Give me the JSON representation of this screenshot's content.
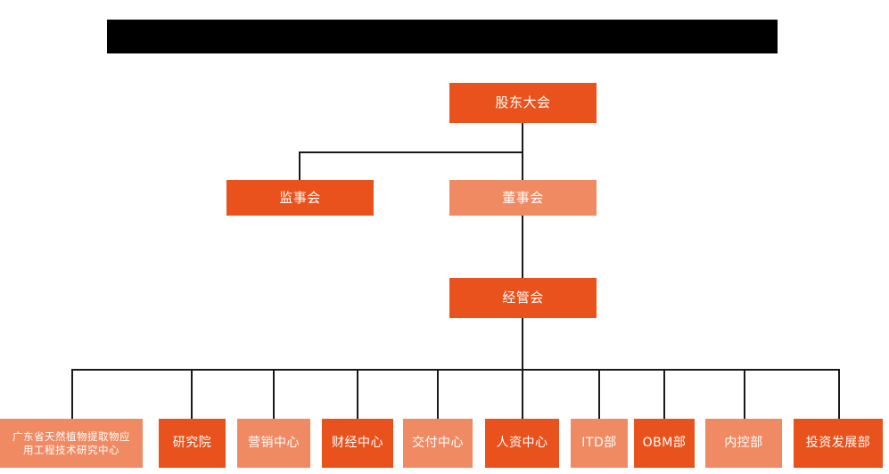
{
  "chart_title_redacted": true,
  "colors": {
    "dark_orange": "#E9521C",
    "light_orange": "#F08A63",
    "connector": "#1a1a1a",
    "background": "#FFFFFF",
    "redaction": "#000000",
    "text": "#FFFFFF"
  },
  "nodes": {
    "shareholders_meeting": "股东大会",
    "board_of_supervisors": "监事会",
    "board_of_directors": "董事会",
    "management_committee": "经管会",
    "departments": [
      {
        "label": "广东省天然植物提取物应\n用工程技术研究中心",
        "shade": "light"
      },
      {
        "label": "研究院",
        "shade": "dark"
      },
      {
        "label": "营销中心",
        "shade": "light"
      },
      {
        "label": "财经中心",
        "shade": "dark"
      },
      {
        "label": "交付中心",
        "shade": "light"
      },
      {
        "label": "人资中心",
        "shade": "dark"
      },
      {
        "label": "ITD部",
        "shade": "light"
      },
      {
        "label": "OBM部",
        "shade": "dark"
      },
      {
        "label": "内控部",
        "shade": "light"
      },
      {
        "label": "投资发展部",
        "shade": "dark"
      }
    ]
  },
  "chart_data": {
    "type": "diagram",
    "subtype": "organizational-chart",
    "title": "",
    "levels": [
      {
        "level": 1,
        "items": [
          "股东大会"
        ]
      },
      {
        "level": 2,
        "items": [
          "监事会",
          "董事会"
        ]
      },
      {
        "level": 3,
        "items": [
          "经管会"
        ]
      },
      {
        "level": 4,
        "items": [
          "广东省天然植物提取物应用工程技术研究中心",
          "研究院",
          "营销中心",
          "财经中心",
          "交付中心",
          "人资中心",
          "ITD部",
          "OBM部",
          "内控部",
          "投资发展部"
        ]
      }
    ],
    "edges": [
      {
        "from": "股东大会",
        "to": "监事会"
      },
      {
        "from": "股东大会",
        "to": "董事会"
      },
      {
        "from": "董事会",
        "to": "经管会"
      },
      {
        "from": "经管会",
        "to": "广东省天然植物提取物应用工程技术研究中心"
      },
      {
        "from": "经管会",
        "to": "研究院"
      },
      {
        "from": "经管会",
        "to": "营销中心"
      },
      {
        "from": "经管会",
        "to": "财经中心"
      },
      {
        "from": "经管会",
        "to": "交付中心"
      },
      {
        "from": "经管会",
        "to": "人资中心"
      },
      {
        "from": "经管会",
        "to": "ITD部"
      },
      {
        "from": "经管会",
        "to": "OBM部"
      },
      {
        "from": "经管会",
        "to": "内控部"
      },
      {
        "from": "经管会",
        "to": "投资发展部"
      }
    ]
  }
}
